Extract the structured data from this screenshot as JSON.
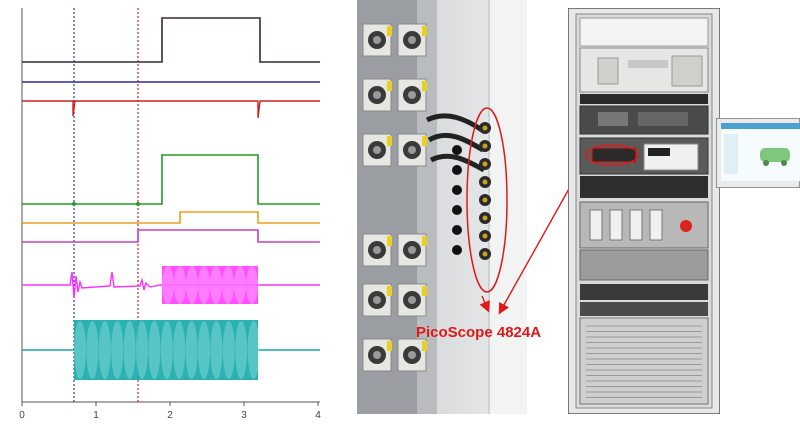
{
  "scope_chart": {
    "x_ticks": [
      "0",
      "1",
      "2",
      "3",
      "4"
    ],
    "channels": [
      {
        "name": "",
        "color": "#3a2a2a"
      },
      {
        "name": "",
        "color": "#2a2aa0"
      },
      {
        "name": "",
        "color": "#d02020"
      },
      {
        "name": "",
        "color": "#20a020"
      },
      {
        "name": "",
        "color": "#e8a020"
      },
      {
        "name": "",
        "color": "#c040c0"
      },
      {
        "name": "",
        "color": "#ff30ff"
      },
      {
        "name": "",
        "color": "#14a8a8"
      }
    ],
    "cursor_colors": {
      "cursor1": "#2040c0",
      "cursor2": "#d02020"
    }
  },
  "labels": {
    "device_caption": "PicoScope 4824A"
  },
  "colors": {
    "annotation": "#e01818",
    "panel_gray": "#d8d8d8",
    "rack_frame": "#e8e8e8"
  }
}
